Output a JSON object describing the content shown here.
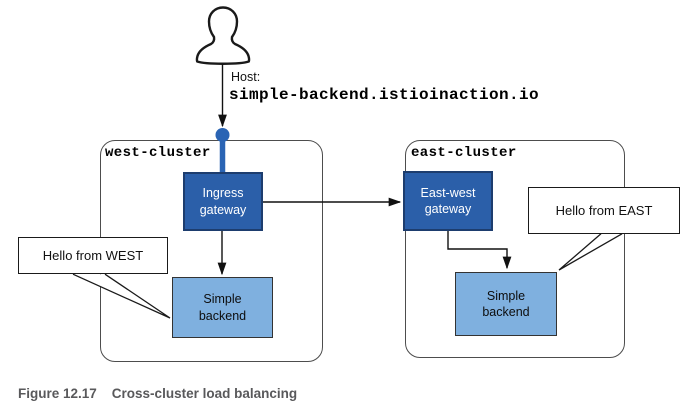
{
  "request": {
    "host_label": "Host:",
    "host": "simple-backend.istioinaction.io"
  },
  "west_cluster": {
    "label": "west-cluster",
    "gateway_label": "Ingress\ngateway",
    "backend_label": "Simple\nbackend",
    "callout": "Hello from WEST"
  },
  "east_cluster": {
    "label": "east-cluster",
    "gateway_label": "East-west\ngateway",
    "backend_label": "Simple\nbackend",
    "callout": "Hello from EAST"
  },
  "caption": {
    "label": "Figure 12.17",
    "title": "Cross-cluster load balancing"
  },
  "icons": {
    "person": "user-silhouette-icon"
  },
  "colors": {
    "gateway_fill": "#2b5fa9",
    "gateway_border": "#1d3d6e",
    "backend_fill": "#7fb0df",
    "traffic_blue": "#2a64b4",
    "cluster_border": "#4d4d4d",
    "caption_gray": "#59595b",
    "line_black": "#111111"
  }
}
